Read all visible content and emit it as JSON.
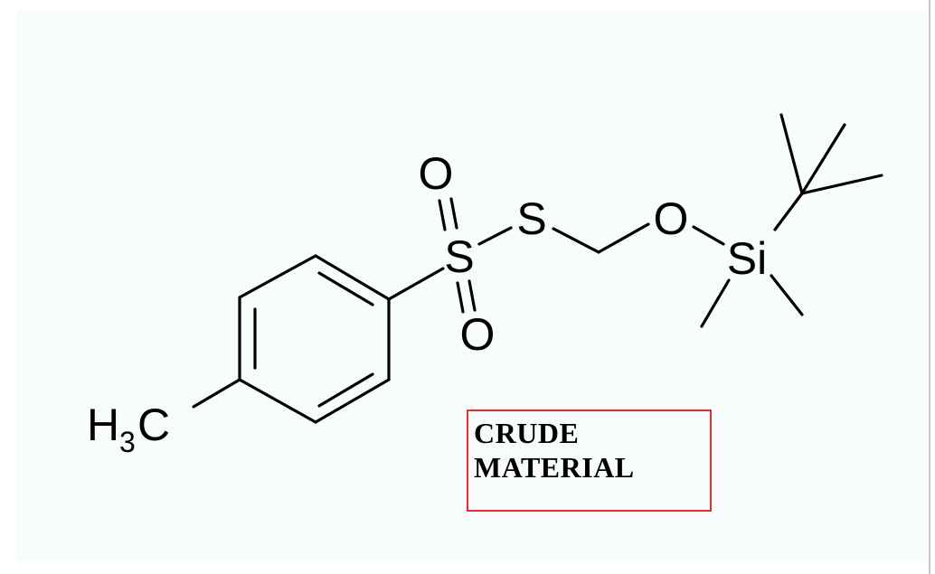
{
  "structure": {
    "atoms": {
      "sulfonyl_s": "S",
      "sulfonyl_o_top": "O",
      "sulfonyl_o_bottom": "O",
      "thio_s": "S",
      "ether_o": "O",
      "silicon": "Si",
      "methyl_h": "H",
      "methyl_sub": "3",
      "methyl_c": "C"
    }
  },
  "label": {
    "line1": "CRUDE",
    "line2": "MATERIAL"
  },
  "colors": {
    "background": "#f8fcfd",
    "bond": "#000000",
    "label_border": "#e23030"
  }
}
